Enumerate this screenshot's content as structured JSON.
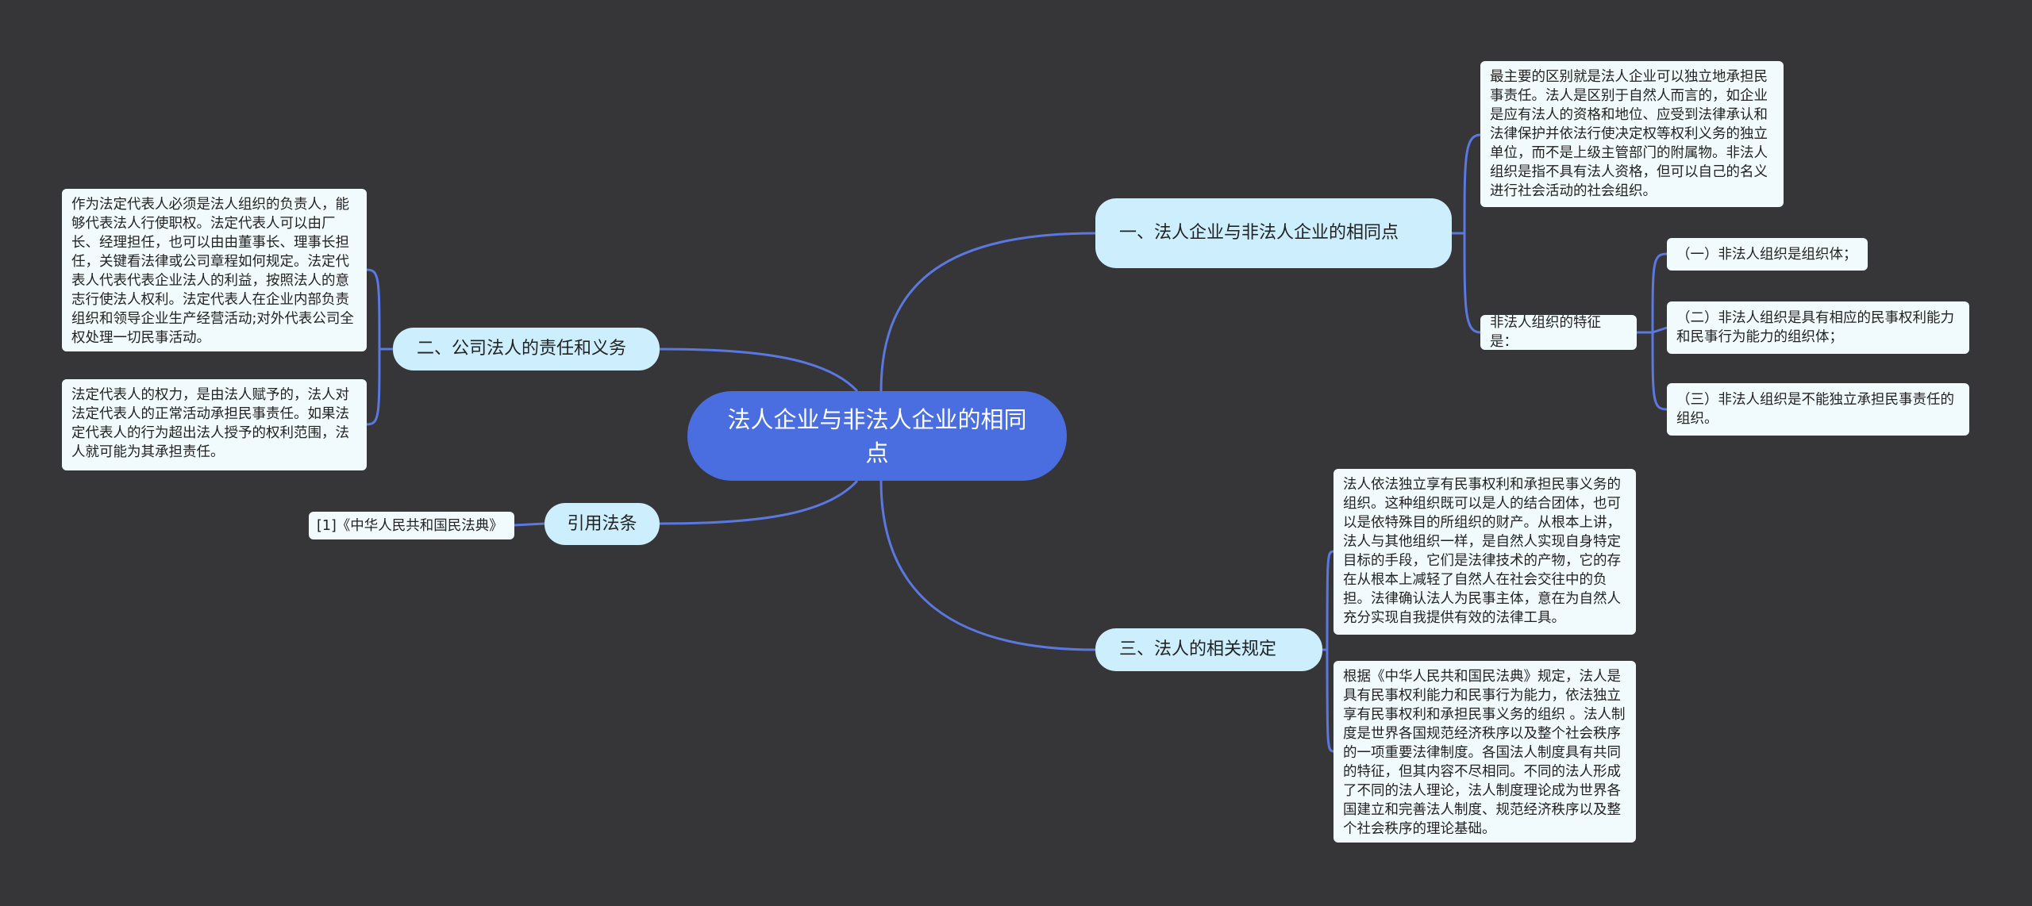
{
  "root": {
    "title": "法人企业与非法人企业的相同点"
  },
  "branches": [
    {
      "label": "一、法人企业与非法人企业的相同点",
      "children": [
        {
          "text": "最主要的区别就是法人企业可以独立地承担民事责任。法人是区别于自然人而言的，如企业是应有法人的资格和地位、应受到法律承认和法律保护并依法行使决定权等权利义务的独立单位，而不是上级主管部门的附属物。非法人组织是指不具有法人资格，但可以自己的名义进行社会活动的社会组织。"
        },
        {
          "text": "非法人组织的特征是：",
          "children": [
            {
              "text": "（一）非法人组织是组织体；"
            },
            {
              "text": "（二）非法人组织是具有相应的民事权利能力和民事行为能力的组织体；"
            },
            {
              "text": "（三）非法人组织是不能独立承担民事责任的组织。"
            }
          ]
        }
      ]
    },
    {
      "label": "二、公司法人的责任和义务",
      "children": [
        {
          "text": "作为法定代表人必须是法人组织的负责人，能够代表法人行使职权。法定代表人可以由厂长、经理担任，也可以由由董事长、理事长担任，关键看法律或公司章程如何规定。法定代表人代表代表企业法人的利益，按照法人的意志行使法人权利。法定代表人在企业内部负责组织和领导企业生产经营活动;对外代表公司全权处理一切民事活动。"
        },
        {
          "text": "法定代表人的权力，是由法人赋予的，法人对法定代表人的正常活动承担民事责任。如果法定代表人的行为超出法人授予的权利范围，法人就可能为其承担责任。"
        }
      ]
    },
    {
      "label": "引用法条",
      "children": [
        {
          "text": "[1]《中华人民共和国民法典》"
        }
      ]
    },
    {
      "label": "三、法人的相关规定",
      "children": [
        {
          "text": "法人依法独立享有民事权利和承担民事义务的组织。这种组织既可以是人的结合团体，也可以是依特殊目的所组织的财产。从根本上讲，法人与其他组织一样，是自然人实现自身特定目标的手段，它们是法律技术的产物，它的存在从根本上减轻了自然人在社会交往中的负担。法律确认法人为民事主体，意在为自然人充分实现自我提供有效的法律工具。"
        },
        {
          "text": "根据《中华人民共和国民法典》规定，法人是具有民事权利能力和民事行为能力，依法独立享有民事权利和承担民事义务的组织 。法人制度是世界各国规范经济秩序以及整个社会秩序的一项重要法律制度。各国法人制度具有共同的特征，但其内容不尽相同。不同的法人形成了不同的法人理论，法人制度理论成为世界各国建立和完善法人制度、规范经济秩序以及整个社会秩序的理论基础。"
        }
      ]
    }
  ],
  "colors": {
    "background": "#363537",
    "root": "#4a6ee0",
    "topic": "#cdeefc",
    "box": "#f1fbfd",
    "link": "#5a78e0"
  }
}
